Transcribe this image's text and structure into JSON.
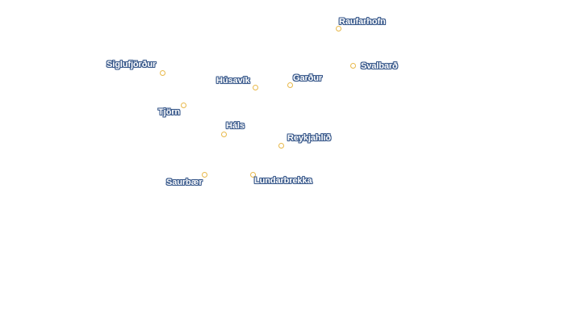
{
  "colors": {
    "label_text": "#ffffff",
    "label_halo": "#3a5a8c",
    "marker_stroke": "#e8b84a"
  },
  "places": [
    {
      "id": "raufarhofn",
      "name": "Raufarhofn"
    },
    {
      "id": "svalbard",
      "name": "Svalbarð"
    },
    {
      "id": "siglufjordur",
      "name": "Siglufjörður"
    },
    {
      "id": "husavik",
      "name": "Húsavík"
    },
    {
      "id": "gardur",
      "name": "Garður"
    },
    {
      "id": "tjorn",
      "name": "Tjörn"
    },
    {
      "id": "hals",
      "name": "Háls"
    },
    {
      "id": "reykjahlid",
      "name": "Reykjahlíð"
    },
    {
      "id": "saurbaer",
      "name": "Saurbær"
    },
    {
      "id": "lundarbrekka",
      "name": "Lundarbrekka"
    }
  ]
}
